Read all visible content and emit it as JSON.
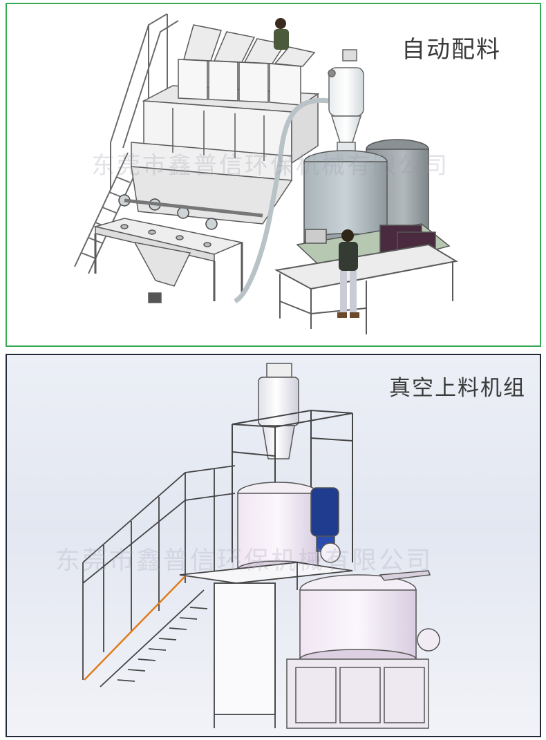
{
  "top_panel": {
    "caption": "自动配料",
    "watermark": "东莞市鑫普信环保机械有限公司",
    "border_color": "#34a853"
  },
  "bottom_panel": {
    "caption": "真空上料机组",
    "watermark": "东莞市鑫普信环保机械有限公司",
    "border_color": "#222a3a"
  }
}
